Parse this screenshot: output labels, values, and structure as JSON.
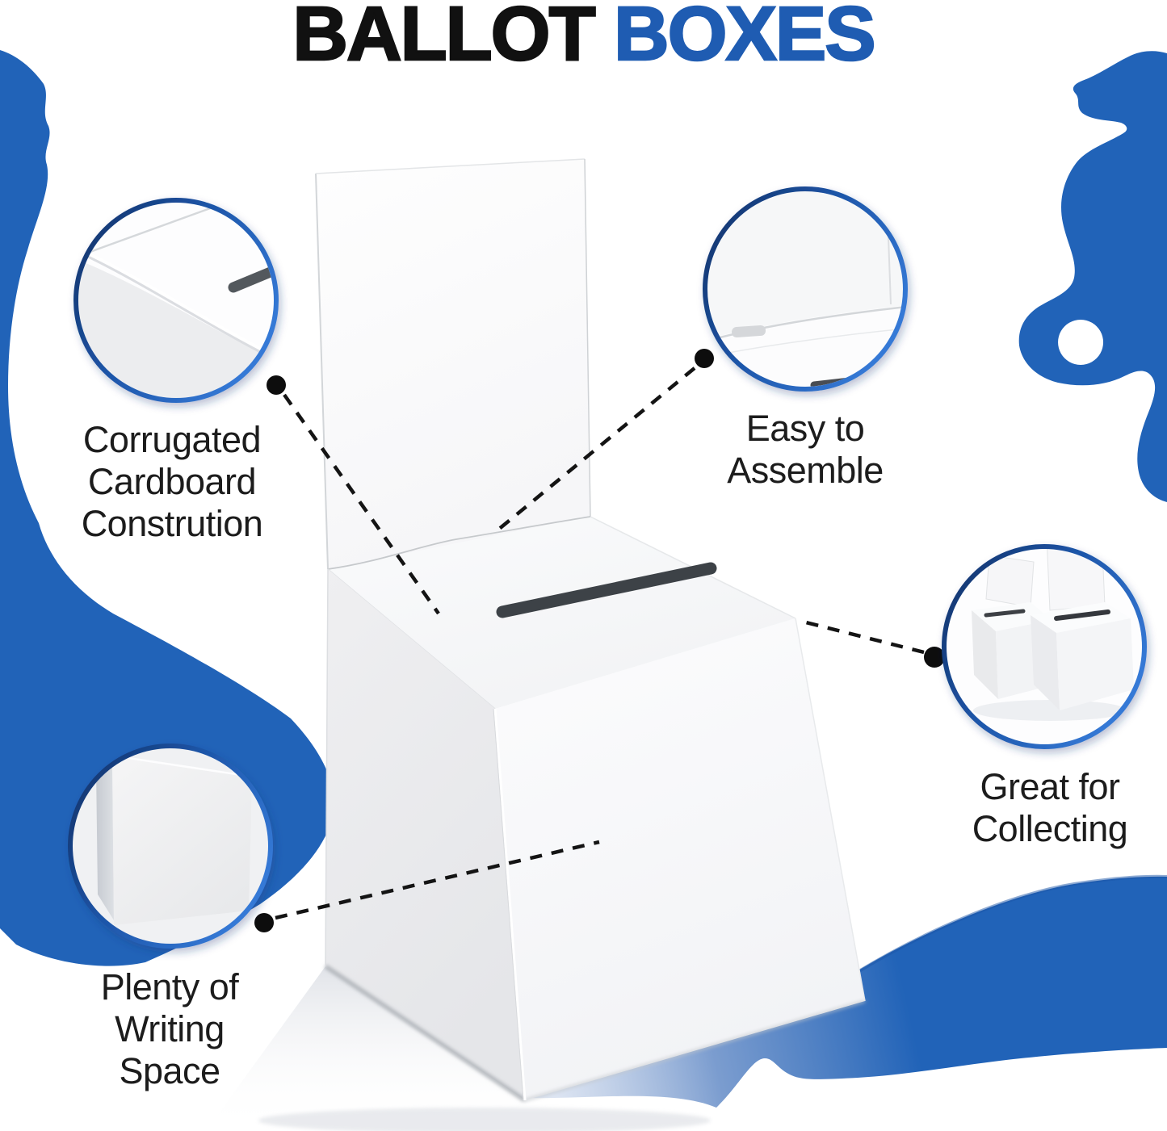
{
  "title": {
    "part1": "BALLOT ",
    "part2": "BOXES"
  },
  "callouts": [
    {
      "id": "corrugated",
      "label": "Corrugated\nCardboard\nConstrution"
    },
    {
      "id": "easy-assemble",
      "label": "Easy to\nAssemble"
    },
    {
      "id": "collecting",
      "label": "Great for\nCollecting"
    },
    {
      "id": "writing-space",
      "label": "Plenty of\nWriting\nSpace"
    }
  ],
  "colors": {
    "brand_blue": "#2163b8",
    "title_blue": "#1f5cb2",
    "title_black": "#111111",
    "text": "#1c1c1c",
    "slot": "#3d4247"
  }
}
